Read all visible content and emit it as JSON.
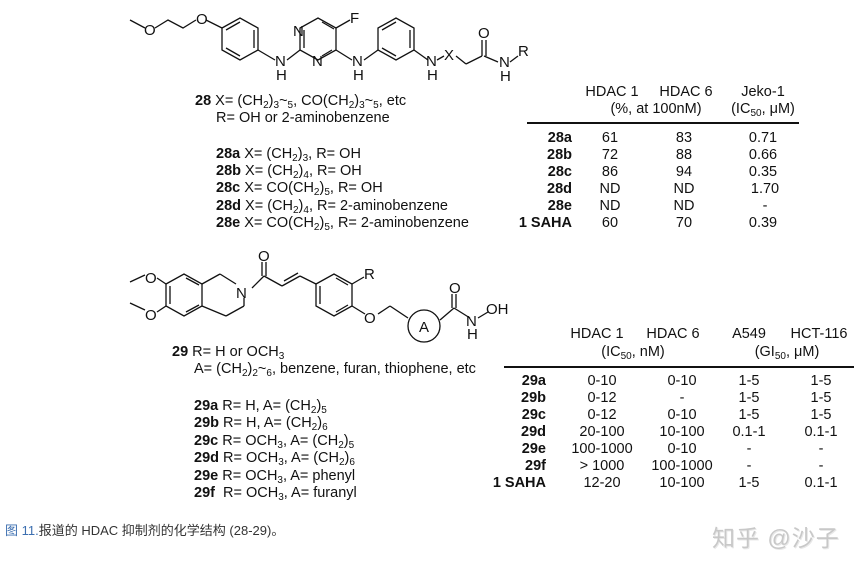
{
  "compound28": {
    "structure_labels": {
      "O1": "O",
      "O2": "O",
      "F": "F",
      "N_ring1": "N",
      "N_ring2": "N",
      "NH1": "N",
      "H1": "H",
      "NH2": "N",
      "H2": "H",
      "NH3": "N",
      "H3": "H",
      "X": "X",
      "O_carbonyl": "O",
      "NH4": "N",
      "H4": "H",
      "R": "R"
    },
    "general": {
      "id": "28",
      "line1": "X= (CH2)3~5, CO(CH2)3~5, etc",
      "line2": "R= OH or 2-aminobenzene"
    },
    "variants": [
      {
        "id": "28a",
        "desc": "X= (CH2)3, R= OH"
      },
      {
        "id": "28b",
        "desc": "X= (CH2)4, R= OH"
      },
      {
        "id": "28c",
        "desc": "X= CO(CH2)5, R= OH"
      },
      {
        "id": "28d",
        "desc": "X= (CH2)4, R= 2-aminobenzene"
      },
      {
        "id": "28e",
        "desc": "X= CO(CH2)5, R= 2-aminobenzene"
      }
    ],
    "table": {
      "headers": [
        "HDAC 1",
        "HDAC 6",
        "Jeko-1"
      ],
      "subheader_left": "(%, at 100nM)",
      "subheader_right": "(IC50, μM)",
      "rows": [
        {
          "id": "28a",
          "hdac1": "61",
          "hdac6": "83",
          "jeko1": "0.71"
        },
        {
          "id": "28b",
          "hdac1": "72",
          "hdac6": "88",
          "jeko1": "0.66"
        },
        {
          "id": "28c",
          "hdac1": "86",
          "hdac6": "94",
          "jeko1": "0.35"
        },
        {
          "id": "28d",
          "hdac1": "ND",
          "hdac6": "ND",
          "jeko1": "1.70"
        },
        {
          "id": "28e",
          "hdac1": "ND",
          "hdac6": "ND",
          "jeko1": "-"
        },
        {
          "id": "1 SAHA",
          "hdac1": "60",
          "hdac6": "70",
          "jeko1": "0.39"
        }
      ]
    }
  },
  "compound29": {
    "structure_labels": {
      "O1": "O",
      "O2": "O",
      "N": "N",
      "O_carbonyl1": "O",
      "R": "R",
      "O_ether": "O",
      "A": "A",
      "O_carbonyl2": "O",
      "N_h": "N",
      "H": "H",
      "OH": "OH"
    },
    "general": {
      "id": "29",
      "line1": "R= H or OCH3",
      "line2": "A= (CH2)2~6, benzene, furan, thiophene, etc"
    },
    "variants": [
      {
        "id": "29a",
        "desc": "R= H, A= (CH2)5"
      },
      {
        "id": "29b",
        "desc": "R= H, A= (CH2)6"
      },
      {
        "id": "29c",
        "desc": "R= OCH3, A= (CH2)5"
      },
      {
        "id": "29d",
        "desc": "R= OCH3, A= (CH2)6"
      },
      {
        "id": "29e",
        "desc": "R= OCH3, A= phenyl"
      },
      {
        "id": "29f",
        "desc": "R= OCH3, A= furanyl"
      }
    ],
    "table": {
      "headers": [
        "HDAC 1",
        "HDAC 6",
        "A549",
        "HCT-116"
      ],
      "subheader_left": "(IC50, nM)",
      "subheader_right": "(GI50, μM)",
      "rows": [
        {
          "id": "29a",
          "hdac1": "0-10",
          "hdac6": "0-10",
          "a549": "1-5",
          "hct116": "1-5"
        },
        {
          "id": "29b",
          "hdac1": "0-12",
          "hdac6": "-",
          "a549": "1-5",
          "hct116": "1-5"
        },
        {
          "id": "29c",
          "hdac1": "0-12",
          "hdac6": "0-10",
          "a549": "1-5",
          "hct116": "1-5"
        },
        {
          "id": "29d",
          "hdac1": "20-100",
          "hdac6": "10-100",
          "a549": "0.1-1",
          "hct116": "0.1-1"
        },
        {
          "id": "29e",
          "hdac1": "100-1000",
          "hdac6": "0-10",
          "a549": "-",
          "hct116": "-"
        },
        {
          "id": "29f",
          "hdac1": "> 1000",
          "hdac6": "100-1000",
          "a549": "-",
          "hct116": "-"
        },
        {
          "id": "1 SAHA",
          "hdac1": "12-20",
          "hdac6": "10-100",
          "a549": "1-5",
          "hct116": "0.1-1"
        }
      ]
    }
  },
  "caption": {
    "figure_label": "图 11.",
    "text": "报道的 HDAC 抑制剂的化学结构 (28-29)。"
  },
  "watermark": "知乎 @沙子",
  "colors": {
    "caption_label": "#3d6fb0",
    "watermark": "#c8c8c8"
  }
}
